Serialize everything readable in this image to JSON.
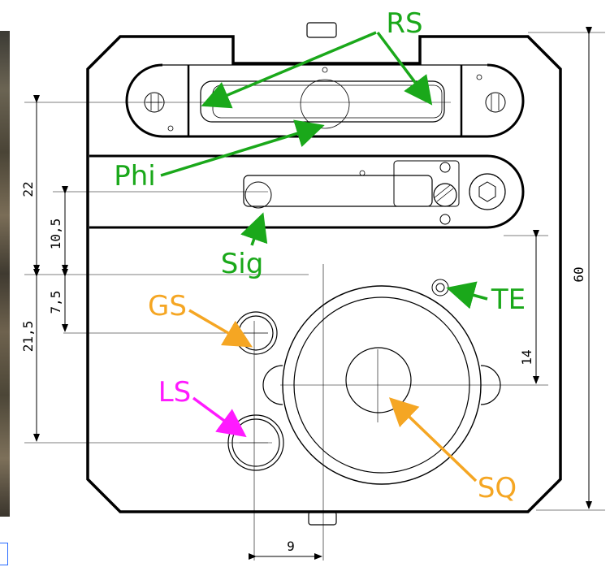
{
  "drawing": {
    "dimensions": {
      "d22": "22",
      "d10_5": "10,5",
      "d7_5": "7,5",
      "d21_5": "21,5",
      "d60": "60",
      "d14": "14",
      "d9": "9"
    },
    "labels": {
      "rs": "RS",
      "phi": "Phi",
      "sig": "Sig",
      "gs": "GS",
      "ls": "LS",
      "te": "TE",
      "sq": "SQ"
    },
    "colors": {
      "green_label": "#1aa81a",
      "orange_label": "#f5a623",
      "magenta_label": "#ff1aff",
      "outline": "#000000"
    }
  }
}
